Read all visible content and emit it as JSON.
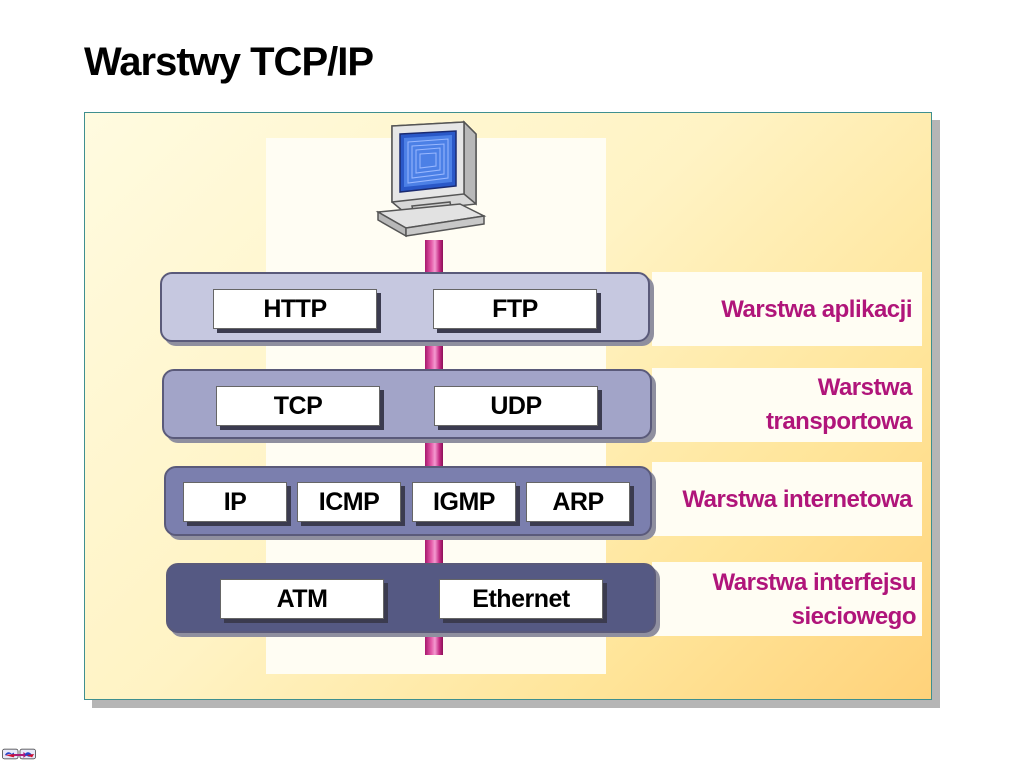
{
  "slide": {
    "title": "Warstwy TCP/IP"
  },
  "layers": [
    {
      "name": "Warstwa aplikacji",
      "name_lines": [
        "Warstwa aplikacji"
      ],
      "protocols": [
        "HTTP",
        "FTP"
      ],
      "color": "#c6c8e0"
    },
    {
      "name": "Warstwa transportowa",
      "name_lines": [
        "Warstwa",
        "transportowa"
      ],
      "protocols": [
        "TCP",
        "UDP"
      ],
      "color": "#a2a4c8"
    },
    {
      "name": "Warstwa internetowa",
      "name_lines": [
        "Warstwa internetowa"
      ],
      "protocols": [
        "IP",
        "ICMP",
        "IGMP",
        "ARP"
      ],
      "color": "#7b7fae"
    },
    {
      "name": "Warstwa interfejsu sieciowego",
      "name_lines": [
        "Warstwa interfejsu",
        "sieciowego"
      ],
      "protocols": [
        "ATM",
        "Ethernet"
      ],
      "color": "#555983"
    }
  ],
  "colors": {
    "label_text": "#b0157a",
    "cable": "#d4389a"
  },
  "icons": {
    "computer": "computer-icon",
    "nav": "navigation-arrows-icon"
  }
}
